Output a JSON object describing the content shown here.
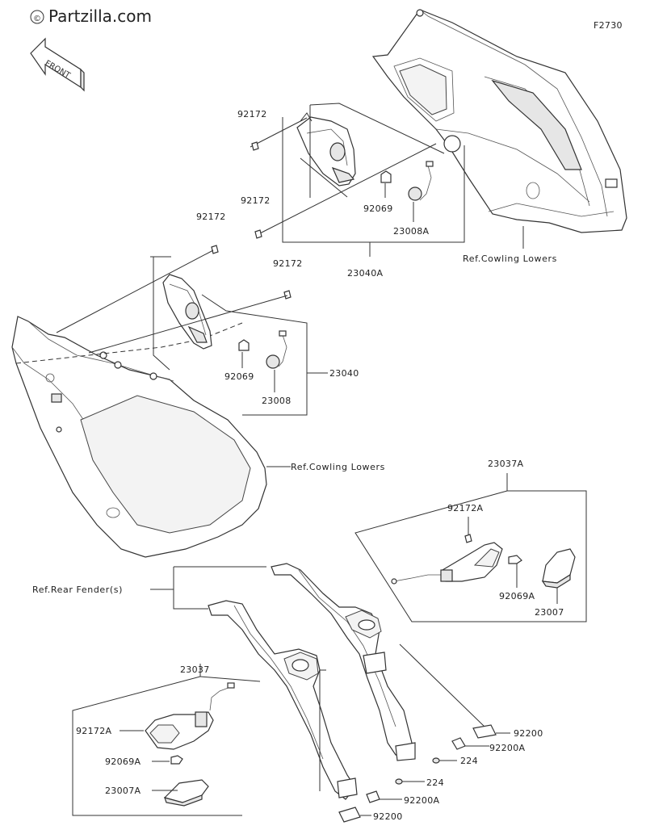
{
  "header": {
    "brand": "Partzilla.com",
    "copyright_symbol": "©",
    "figure_code": "F2730",
    "front_tag": "FRONT"
  },
  "callouts": {
    "p92172_a": "92172",
    "p92172_b": "92172",
    "p92172_c": "92172",
    "p92172_d": "92172",
    "p92069_a": "92069",
    "p92069_b": "92069",
    "p23008A": "23008A",
    "p23008": "23008",
    "p23040A": "23040A",
    "p23040": "23040",
    "p23037A": "23037A",
    "p92172A_a": "92172A",
    "p92069A_a": "92069A",
    "p23007": "23007",
    "p23037": "23037",
    "p92172A_b": "92172A",
    "p92069A_b": "92069A",
    "p23007A": "23007A",
    "p92200_a": "92200",
    "p92200A_a": "92200A",
    "p224_a": "224",
    "p224_b": "224",
    "p92200A_b": "92200A",
    "p92200_b": "92200"
  },
  "references": {
    "cowling_lowers_top": "Ref.Cowling Lowers",
    "cowling_lowers_left": "Ref.Cowling Lowers",
    "rear_fender": "Ref.Rear Fender(s)"
  }
}
